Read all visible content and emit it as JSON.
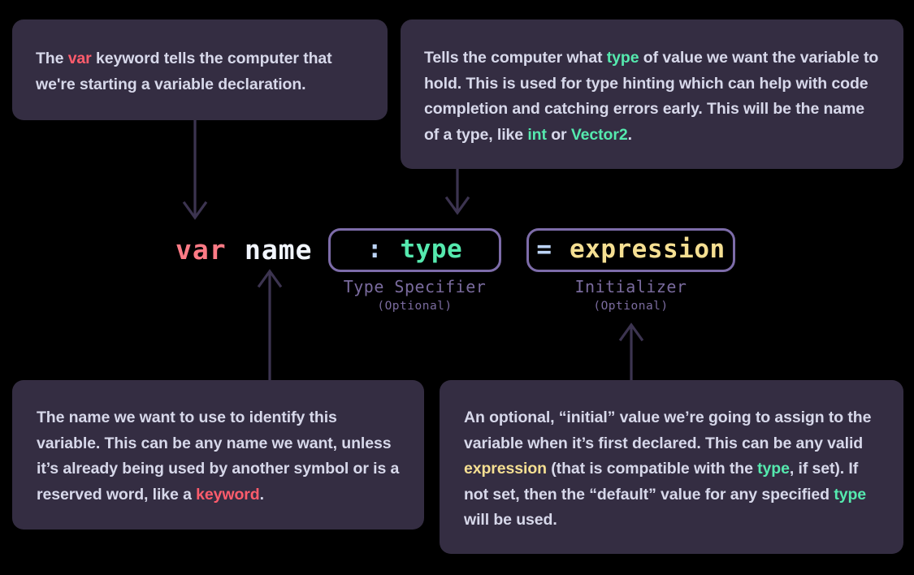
{
  "theme": {
    "background": "#000000",
    "callout_bg": "#342d42",
    "body_text": "#d7d8ea",
    "accent_red": "#ff5c6c",
    "accent_green": "#55e9ae",
    "accent_yellow": "#f5df92",
    "accent_purple": "#7d6ca9",
    "operator_blue": "#bcd4f6",
    "arrow_color": "#3c3450"
  },
  "callouts": {
    "var": {
      "id": "var-keyword-callout",
      "segments": [
        {
          "text": "The ",
          "color": "default"
        },
        {
          "text": "var",
          "color": "red"
        },
        {
          "text": " keyword tells the computer that we're starting a variable declaration.",
          "color": "default"
        }
      ],
      "plain": "The var keyword tells the computer that we're starting a variable declaration."
    },
    "type": {
      "id": "type-specifier-callout",
      "segments": [
        {
          "text": "Tells the computer what ",
          "color": "default"
        },
        {
          "text": "type",
          "color": "green"
        },
        {
          "text": " of value we want the variable to hold. This is used for type hinting which can help with code completion and catching errors early. This will be the name of a type, like ",
          "color": "default"
        },
        {
          "text": "int",
          "color": "green"
        },
        {
          "text": " or ",
          "color": "default"
        },
        {
          "text": "Vector2",
          "color": "green"
        },
        {
          "text": ".",
          "color": "default"
        }
      ],
      "plain": "Tells the computer what type of value we want the variable to hold. This is used for type hinting which can help with code completion and catching errors early. This will be the name of a type, like int or Vector2."
    },
    "name": {
      "id": "name-callout",
      "segments": [
        {
          "text": "The name we want to use to identify this variable. This can be any name we want, unless it’s already being used by another symbol or is a reserved word, like a ",
          "color": "default"
        },
        {
          "text": "keyword",
          "color": "red"
        },
        {
          "text": ".",
          "color": "default"
        }
      ],
      "plain": "The name we want to use to identify this variable. This can be any name we want, unless it’s already being used by another symbol or is a reserved word, like a keyword."
    },
    "expression": {
      "id": "initializer-callout",
      "segments": [
        {
          "text": "An optional, “initial” value we’re going to assign to the variable when it’s first declared. This can be any valid ",
          "color": "default"
        },
        {
          "text": "expression",
          "color": "yellow"
        },
        {
          "text": " (that is compatible with the ",
          "color": "default"
        },
        {
          "text": "type",
          "color": "green"
        },
        {
          "text": ", if set). If not set, then the “default” value for any specified ",
          "color": "default"
        },
        {
          "text": "type",
          "color": "green"
        },
        {
          "text": " will be used.",
          "color": "default"
        }
      ],
      "plain": "An optional, “initial” value we’re going to assign to the variable when it’s first declared. This can be any valid expression (that is compatible with the type, if set). If not set, then the “default” value for any specified type will be used."
    }
  },
  "syntax": {
    "keyword": "var",
    "identifier": "name",
    "type_specifier": {
      "operator": ":",
      "value": "type",
      "caption_title": "Type Specifier",
      "caption_sub": "(Optional)"
    },
    "initializer": {
      "operator": "=",
      "value": "expression",
      "caption_title": "Initializer",
      "caption_sub": "(Optional)"
    }
  },
  "arrows": [
    {
      "name": "arrow-var-down",
      "direction": "down",
      "from": "var-keyword-callout",
      "to": "keyword"
    },
    {
      "name": "arrow-type-down",
      "direction": "down",
      "from": "type-specifier-callout",
      "to": "type-specifier"
    },
    {
      "name": "arrow-name-up",
      "direction": "up",
      "from": "name-callout",
      "to": "identifier"
    },
    {
      "name": "arrow-initializer-up",
      "direction": "up",
      "from": "initializer-callout",
      "to": "initializer"
    }
  ]
}
